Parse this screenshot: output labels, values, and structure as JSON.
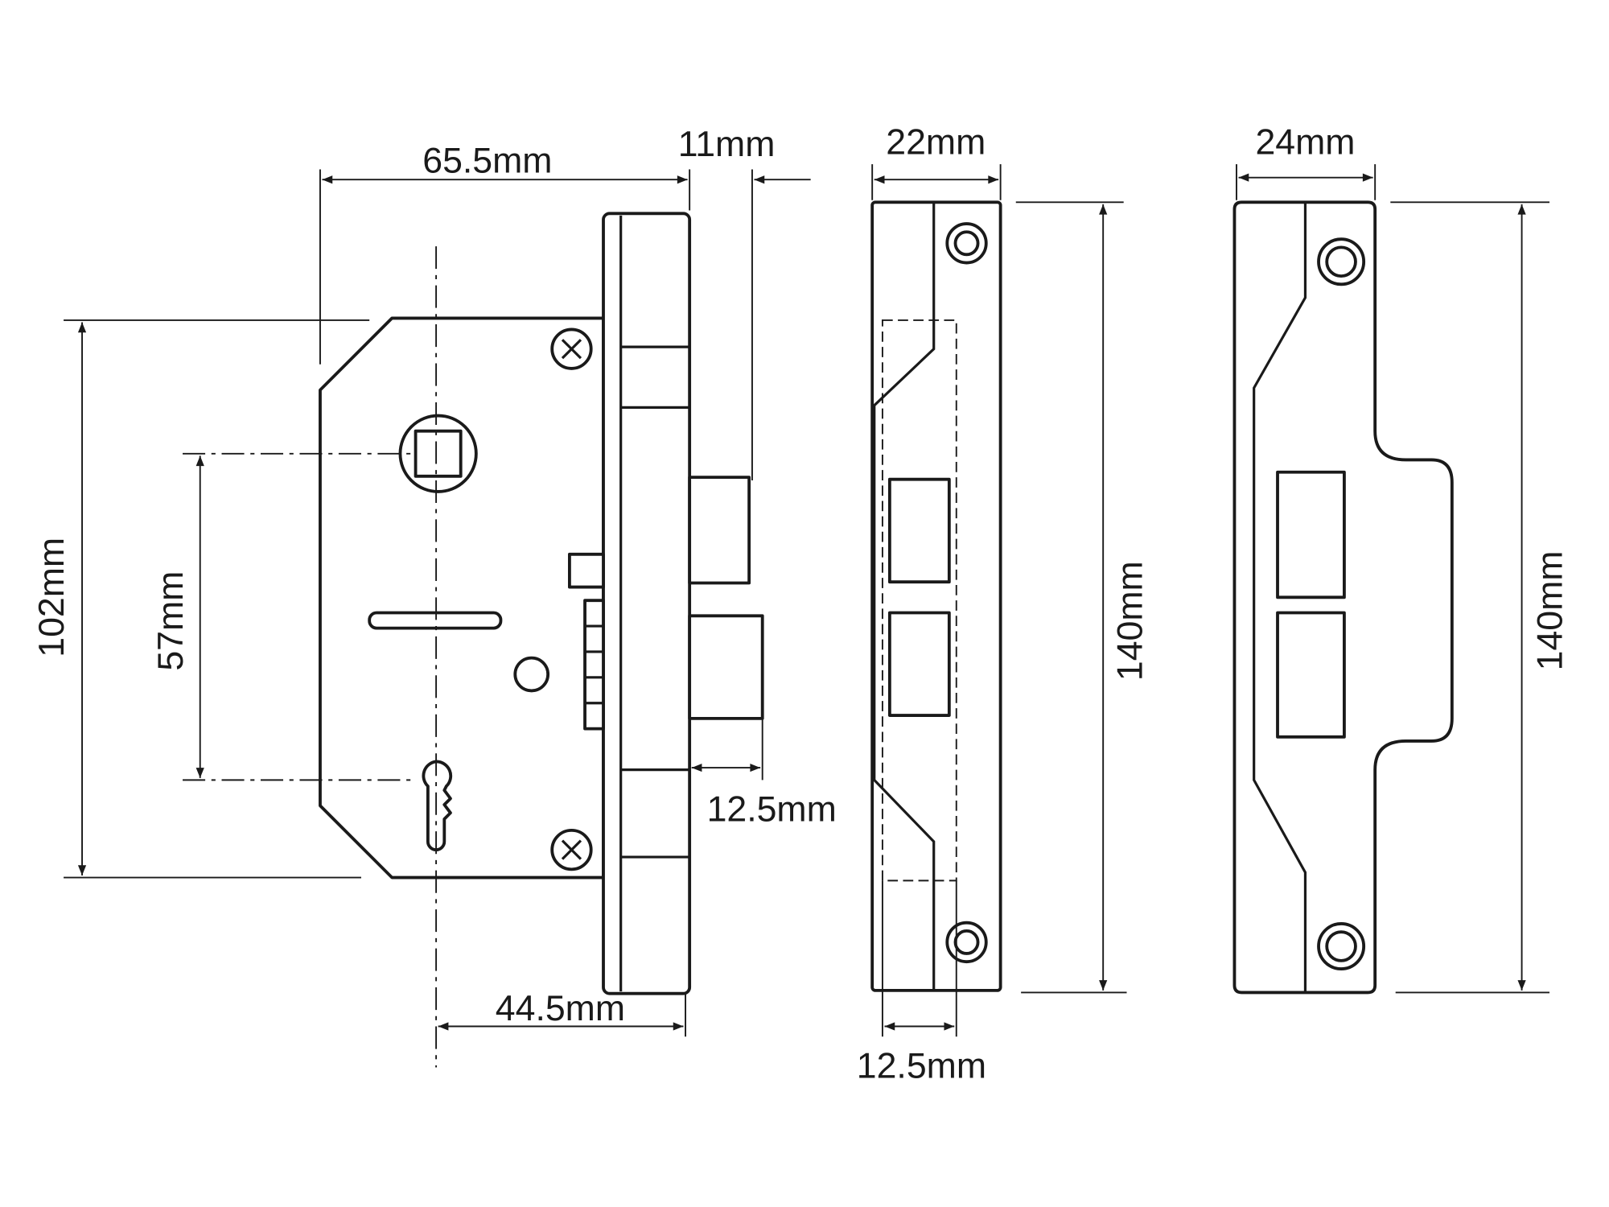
{
  "title": "Sashlock and strike plates dimension drawing",
  "lock": {
    "width_label": "65.5mm",
    "bolt_projection_label": "11mm",
    "body_height_label": "102mm",
    "centres_label": "57mm",
    "bolt_width_label": "12.5mm",
    "backset_label": "44.5mm"
  },
  "strike_plate": {
    "width_label": "22mm",
    "height_label": "140mm",
    "recess_label": "12.5mm"
  },
  "box_strike": {
    "width_label": "24mm",
    "height_label": "140mm"
  }
}
